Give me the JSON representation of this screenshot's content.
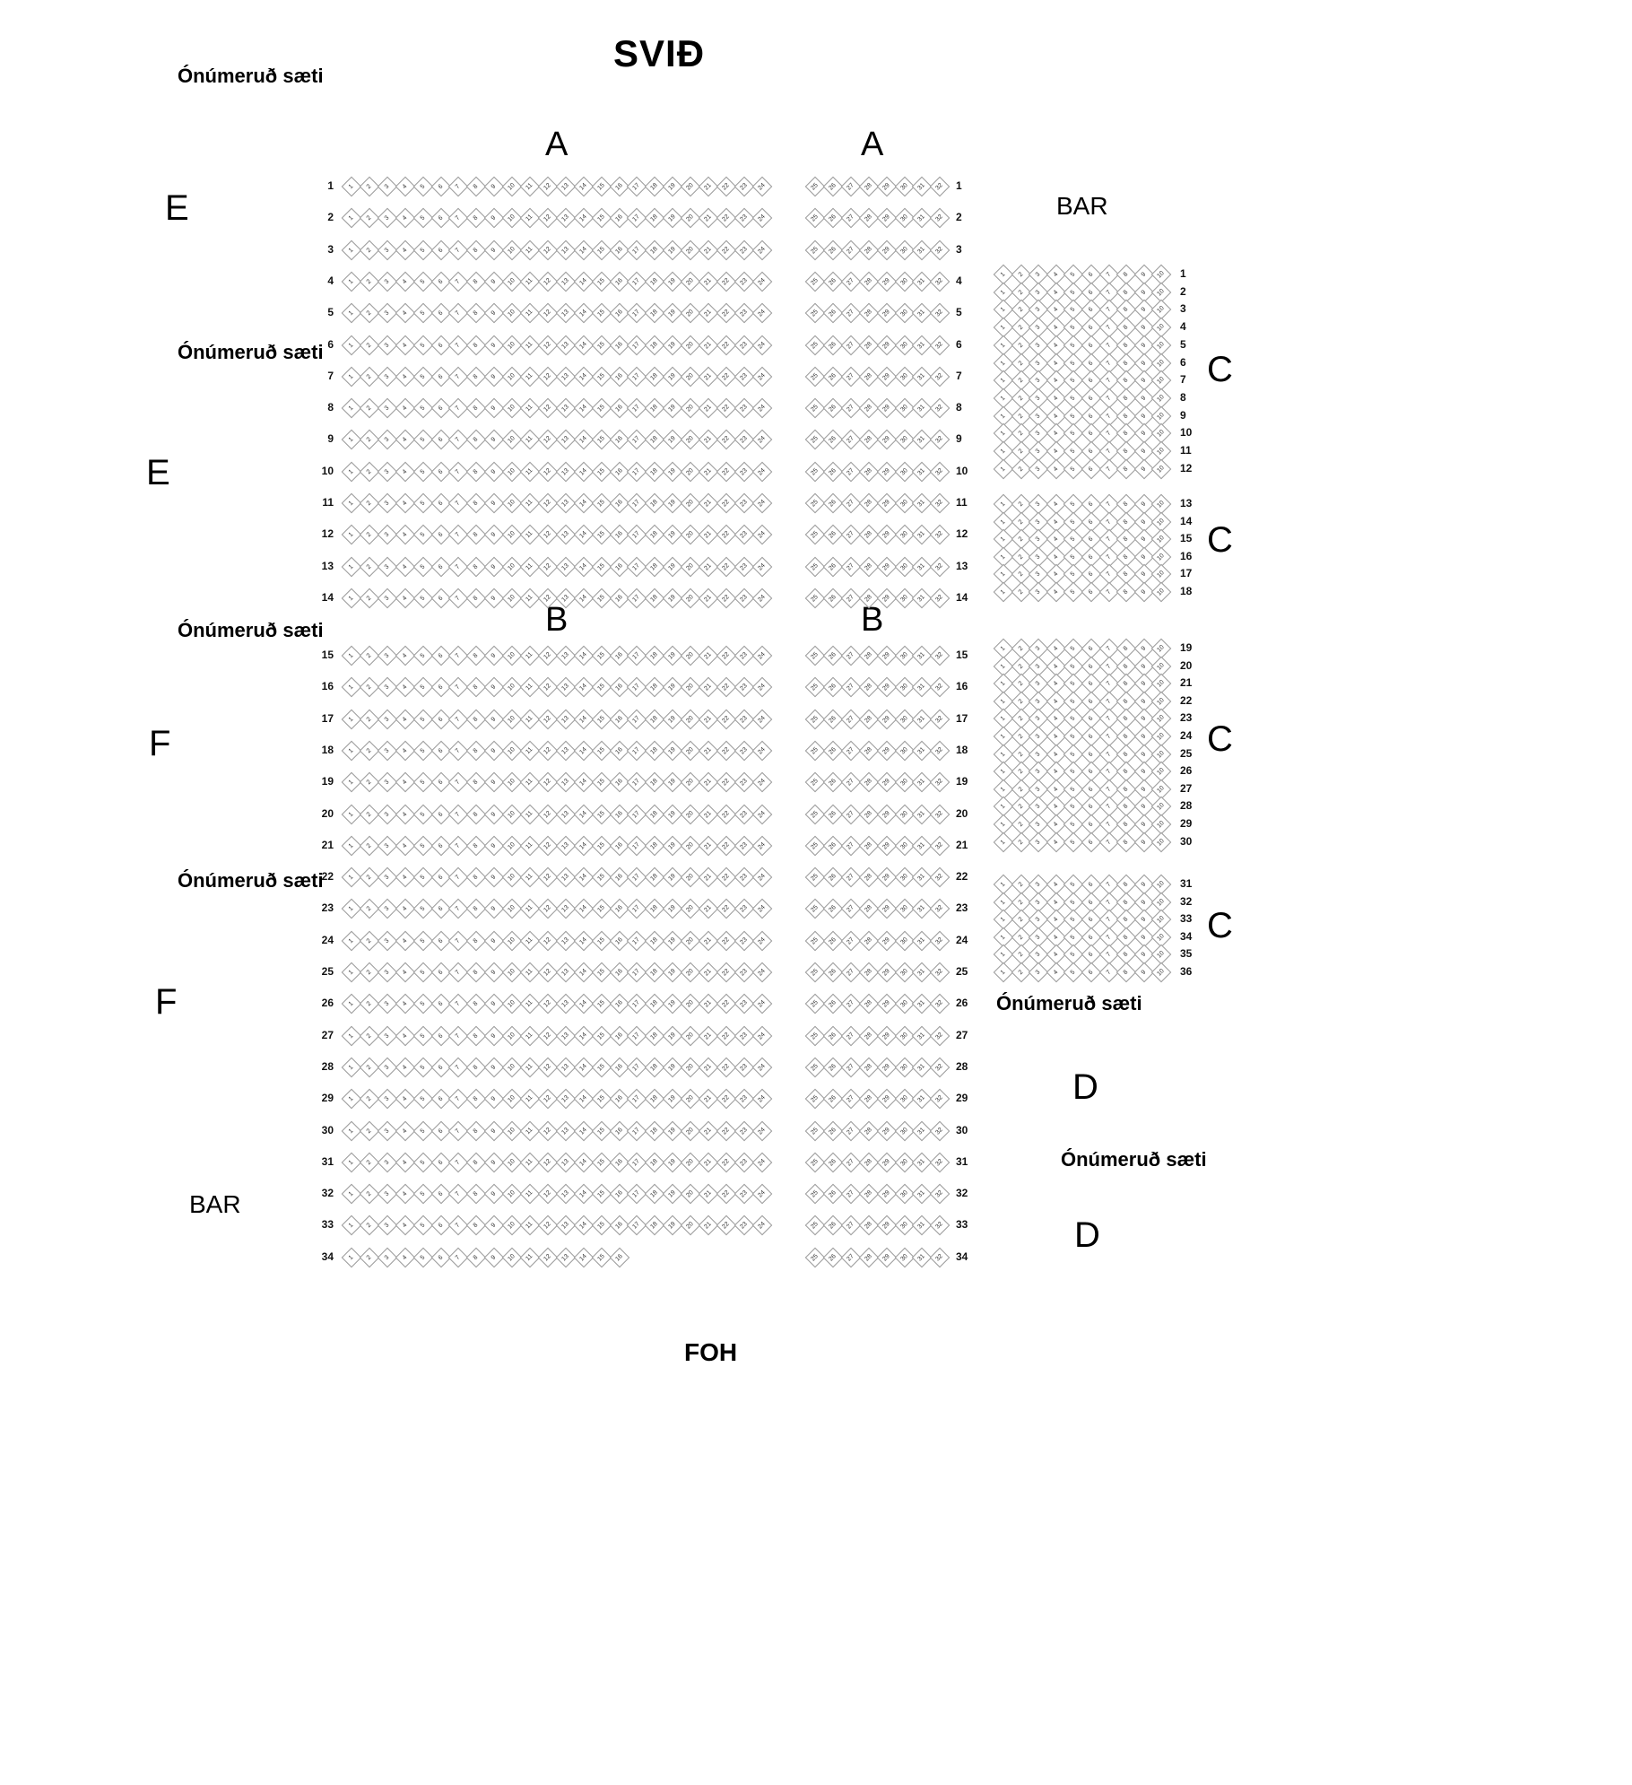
{
  "title": "SVIÐ",
  "texts": {
    "unnumbered": "Ónúmeruð sæti",
    "bar": "BAR",
    "foh": "FOH",
    "section_a": "A",
    "section_b": "B",
    "section_c": "C",
    "section_d": "D",
    "section_e": "E",
    "section_f": "F"
  },
  "seating": {
    "left_block": {
      "banks": [
        {
          "section": "A",
          "rows_from": 1,
          "rows_to": 14,
          "seat_from": 1,
          "seat_to": 24
        },
        {
          "section": "B",
          "rows_from": 15,
          "rows_to": 33,
          "seat_from": 1,
          "seat_to": 24
        },
        {
          "section": "B",
          "rows_from": 34,
          "rows_to": 34,
          "seat_from": 1,
          "seat_to": 16
        }
      ]
    },
    "mid_block": {
      "banks": [
        {
          "section": "A",
          "rows_from": 1,
          "rows_to": 14,
          "seat_from": 25,
          "seat_to": 32
        },
        {
          "section": "B",
          "rows_from": 15,
          "rows_to": 34,
          "seat_from": 25,
          "seat_to": 32
        }
      ]
    },
    "c_block": {
      "groups": [
        {
          "rows_from": 1,
          "rows_to": 12,
          "seat_from": 1,
          "seat_to": 10
        },
        {
          "rows_from": 13,
          "rows_to": 18,
          "seat_from": 1,
          "seat_to": 10
        },
        {
          "rows_from": 19,
          "rows_to": 30,
          "seat_from": 1,
          "seat_to": 10
        },
        {
          "rows_from": 31,
          "rows_to": 36,
          "seat_from": 1,
          "seat_to": 10
        }
      ]
    }
  }
}
